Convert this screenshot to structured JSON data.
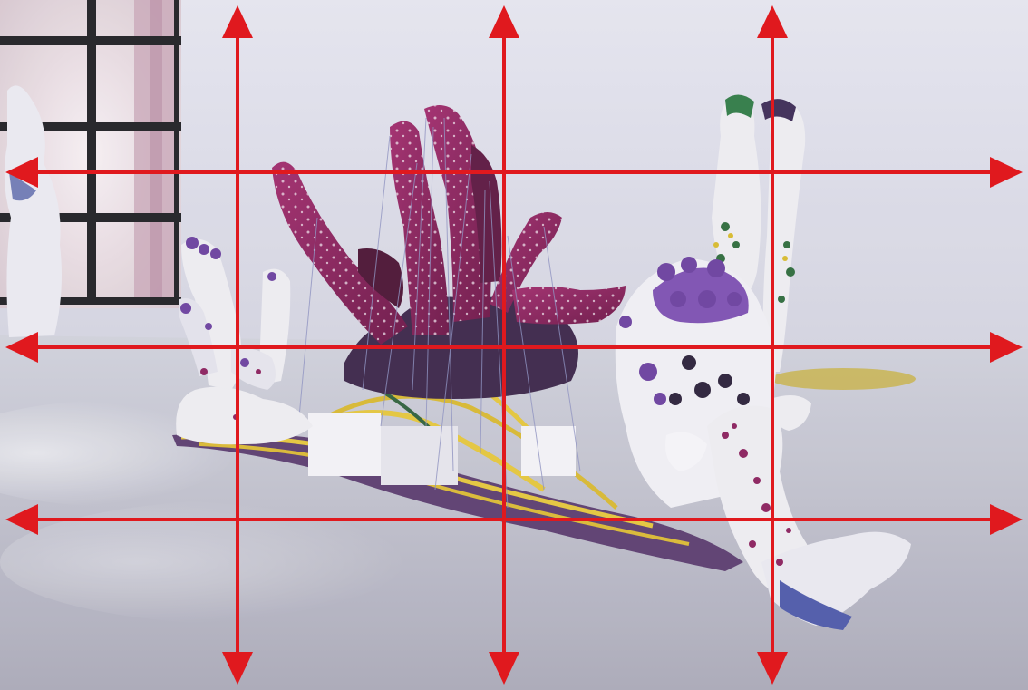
{
  "image": {
    "subject": "gallery-sculpture-photo",
    "overlay": "rule-of-thirds-grid-with-arrows",
    "colors": {
      "grid_line": "#e0191e",
      "wall": "#dcdce8",
      "floor": "#b9b9c6",
      "sculpture_magenta": "#8a1f5c",
      "sculpture_white": "#ecebf0",
      "flower_purple": "#6a3f9e",
      "cord_yellow": "#e3c43a",
      "window_frame": "#1e1e22"
    }
  },
  "grid": {
    "vertical_line_count": 3,
    "horizontal_line_count": 3,
    "arrowheads": "both-ends"
  }
}
